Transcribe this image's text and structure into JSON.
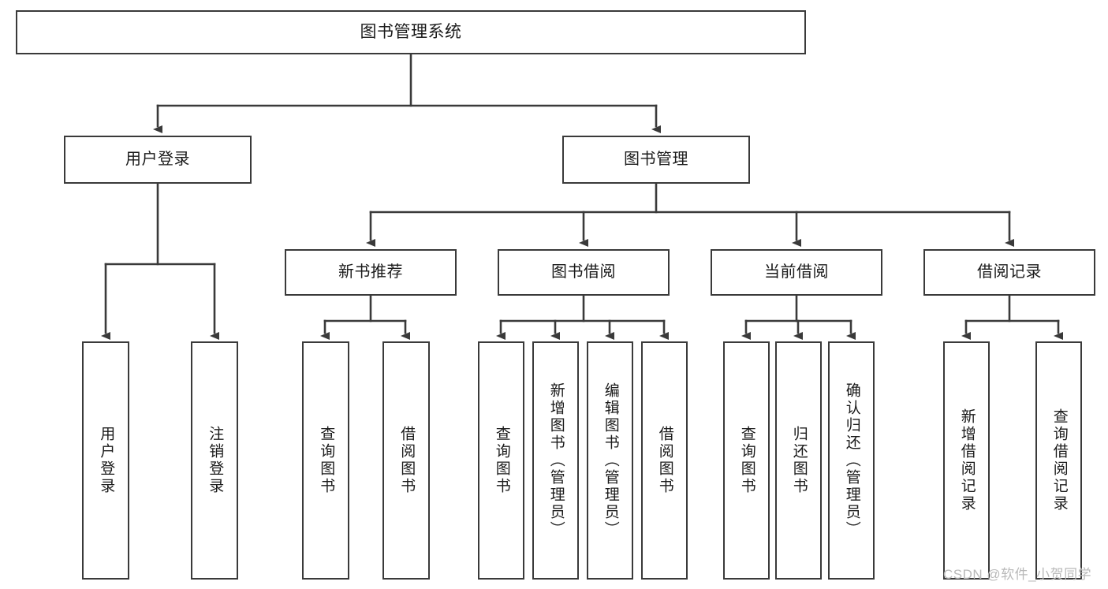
{
  "diagram": {
    "title": "图书管理系统",
    "type": "tree",
    "watermark": "CSDN @软件_小贺同学",
    "colors": {
      "node_border": "#3a3a3a",
      "node_fill": "#ffffff",
      "connector": "#3a3a3a",
      "text": "#1a1a1a",
      "watermark": "#b9b9b9",
      "background": "#ffffff"
    },
    "root": {
      "label": "图书管理系统",
      "children": [
        {
          "label": "用户登录",
          "children": [
            {
              "label": "用户登录"
            },
            {
              "label": "注销登录"
            }
          ]
        },
        {
          "label": "图书管理",
          "children": [
            {
              "label": "新书推荐",
              "children": [
                {
                  "label": "查询图书"
                },
                {
                  "label": "借阅图书"
                }
              ]
            },
            {
              "label": "图书借阅",
              "children": [
                {
                  "label": "查询图书"
                },
                {
                  "label": "新增图书（管理员）"
                },
                {
                  "label": "编辑图书（管理员）"
                },
                {
                  "label": "借阅图书"
                }
              ]
            },
            {
              "label": "当前借阅",
              "children": [
                {
                  "label": "查询图书"
                },
                {
                  "label": "归还图书"
                },
                {
                  "label": "确认归还（管理员）"
                }
              ]
            },
            {
              "label": "借阅记录",
              "children": [
                {
                  "label": "新增借阅记录"
                },
                {
                  "label": "查询借阅记录"
                }
              ]
            }
          ]
        }
      ]
    },
    "nodes": {
      "root": "图书管理系统",
      "l1_user": "用户登录",
      "l1_book": "图书管理",
      "l2_new": "新书推荐",
      "l2_borrow": "图书借阅",
      "l2_current": "当前借阅",
      "l2_record": "借阅记录",
      "leaf_user_login": "用户登录",
      "leaf_user_logout": "注销登录",
      "leaf_new_query": "查询图书",
      "leaf_new_borrow": "借阅图书",
      "leaf_borrow_query": "查询图书",
      "leaf_borrow_add": "新增图书（管理员）",
      "leaf_borrow_edit": "编辑图书（管理员）",
      "leaf_borrow_lend": "借阅图书",
      "leaf_cur_query": "查询图书",
      "leaf_cur_return": "归还图书",
      "leaf_cur_confirm": "确认归还（管理员）",
      "leaf_rec_add": "新增借阅记录",
      "leaf_rec_query": "查询借阅记录"
    }
  }
}
